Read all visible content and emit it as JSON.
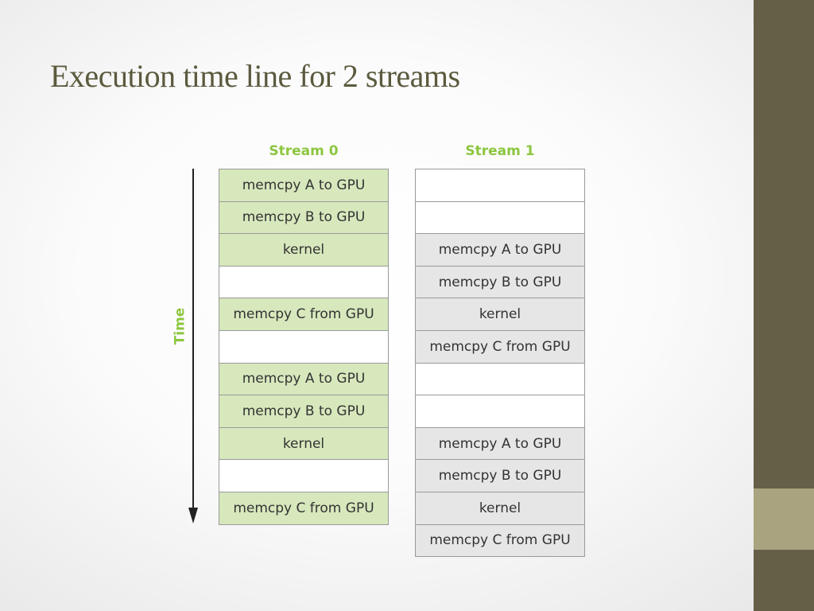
{
  "slide": {
    "title": "Execution time line for 2 streams"
  },
  "diagram": {
    "time_label": "Time",
    "accent_color": "#8cc63f",
    "streams": [
      {
        "name": "Stream 0",
        "fill_color": "#d7e8bd",
        "cells": [
          "memcpy A to GPU",
          "memcpy B to GPU",
          "kernel",
          "",
          "memcpy C from GPU",
          "",
          "memcpy A to GPU",
          "memcpy B to GPU",
          "kernel",
          "",
          "memcpy C from GPU"
        ]
      },
      {
        "name": "Stream 1",
        "fill_color": "#e6e6e6",
        "cells": [
          "",
          "",
          "memcpy A to GPU",
          "memcpy B to GPU",
          "kernel",
          "memcpy C from GPU",
          "",
          "",
          "memcpy A to GPU",
          "memcpy B to GPU",
          "kernel",
          "memcpy C from GPU"
        ]
      }
    ]
  },
  "theme": {
    "title_color": "#5c5a3e",
    "sidebar_color": "#665f48",
    "sidebar_accent_color": "#a9a37f"
  }
}
